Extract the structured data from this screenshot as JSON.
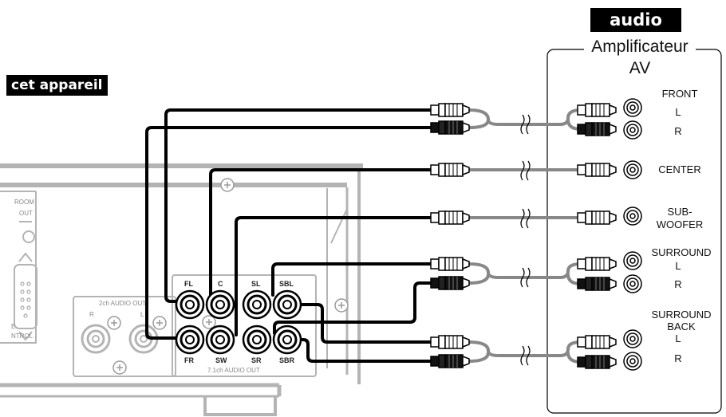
{
  "labels": {
    "audio": "audio",
    "device": "cet appareil",
    "amplifier_line1": "Amplificateur",
    "amplifier_line2": "AV"
  },
  "amplifier_inputs": {
    "front": "FRONT",
    "front_l": "L",
    "front_r": "R",
    "center": "CENTER",
    "subwoofer_line1": "SUB-",
    "subwoofer_line2": "WOOFER",
    "surround": "SURROUND",
    "surround_l": "L",
    "surround_r": "R",
    "surround_back_line1": "SURROUND",
    "surround_back_line2": "BACK",
    "surround_back_l": "L",
    "surround_back_r": "R"
  },
  "device_outputs": {
    "fl": "FL",
    "c": "C",
    "sl": "SL",
    "sbl": "SBL",
    "fr": "FR",
    "sw": "SW",
    "sr": "SR",
    "sbr": "SBR",
    "panel_71": "7.1ch AUDIO OUT",
    "panel_2ch": "2ch AUDIO OUT",
    "panel_2ch_r": "R",
    "panel_2ch_l": "L"
  },
  "device_panel": {
    "room": "ROOM",
    "out": "OUT",
    "control": "NTROL",
    "e": "E"
  },
  "colors": {
    "cable": "#000000",
    "cable_gray": "#888888",
    "panel_gray": "#b4b4b4"
  }
}
